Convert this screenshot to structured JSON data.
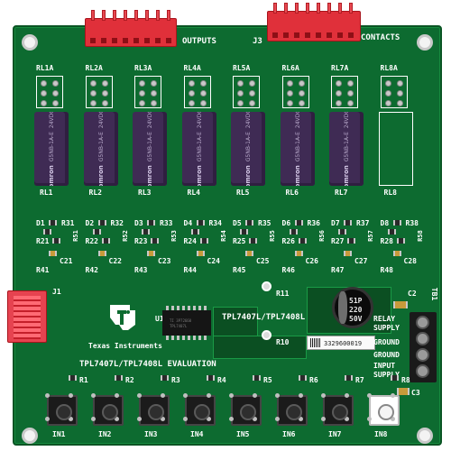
{
  "board": {
    "outputs_label": "OUTPUTS",
    "contacts_label": "CONTACTS",
    "j1_label": "J1",
    "j3_label": "J3",
    "u1_label": "U1",
    "r10_label": "R10",
    "r11_label": "R11",
    "c2_label": "C2",
    "c3_label": "C3",
    "tb1_label": "TB1",
    "part_label": "TPL7407L/TPL7408L",
    "eval_label": "TPL7407L/TPL7408L EVALUATION",
    "brand": "Texas Instruments",
    "supply_labels": [
      "RELAY",
      "SUPPLY",
      "GROUND",
      "GROUND",
      "INPUT",
      "SUPPLY"
    ],
    "capacitor_text": [
      "51P",
      "220",
      "50V"
    ],
    "barcode_text": "3329600019",
    "relay_marking": [
      "omron",
      "G5NB-1A-E",
      "24VDC"
    ],
    "ic_marking": [
      "TI 3P72660",
      "TPL7407L"
    ]
  },
  "relays": [
    {
      "top": "RL1A",
      "bottom": "RL1",
      "diode": "D1",
      "r_a": "R31",
      "r_b": "R51",
      "r_c": "R21",
      "c": "C21",
      "r_d": "R41"
    },
    {
      "top": "RL2A",
      "bottom": "RL2",
      "diode": "D2",
      "r_a": "R32",
      "r_b": "R52",
      "r_c": "R22",
      "c": "C22",
      "r_d": "R42"
    },
    {
      "top": "RL3A",
      "bottom": "RL3",
      "diode": "D3",
      "r_a": "R33",
      "r_b": "R53",
      "r_c": "R23",
      "c": "C23",
      "r_d": "R43"
    },
    {
      "top": "RL4A",
      "bottom": "RL4",
      "diode": "D4",
      "r_a": "R34",
      "r_b": "R54",
      "r_c": "R24",
      "c": "C24",
      "r_d": "R44"
    },
    {
      "top": "RL5A",
      "bottom": "RL5",
      "diode": "D5",
      "r_a": "R35",
      "r_b": "R55",
      "r_c": "R25",
      "c": "C25",
      "r_d": "R45"
    },
    {
      "top": "RL6A",
      "bottom": "RL6",
      "diode": "D6",
      "r_a": "R36",
      "r_b": "R56",
      "r_c": "R26",
      "c": "C26",
      "r_d": "R46"
    },
    {
      "top": "RL7A",
      "bottom": "RL7",
      "diode": "D7",
      "r_a": "R37",
      "r_b": "R57",
      "r_c": "R27",
      "c": "C27",
      "r_d": "R47"
    },
    {
      "top": "RL8A",
      "bottom": "RL8",
      "diode": "D8",
      "r_a": "R38",
      "r_b": "R58",
      "r_c": "R28",
      "c": "C28",
      "r_d": "R48"
    }
  ],
  "inputs": [
    {
      "button": "IN1",
      "resistor": "R1"
    },
    {
      "button": "IN2",
      "resistor": "R2"
    },
    {
      "button": "IN3",
      "resistor": "R3"
    },
    {
      "button": "IN4",
      "resistor": "R4"
    },
    {
      "button": "IN5",
      "resistor": "R5"
    },
    {
      "button": "IN6",
      "resistor": "R6"
    },
    {
      "button": "IN7",
      "resistor": "R7"
    },
    {
      "button": "IN8",
      "resistor": "R8"
    }
  ]
}
